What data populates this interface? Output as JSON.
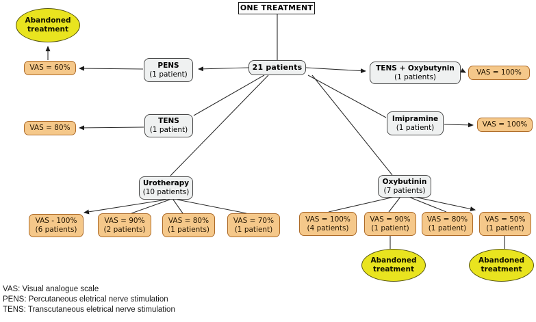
{
  "colors": {
    "orange_fill": "#f5c88a",
    "orange_border": "#ad6b29",
    "gray_fill": "#eff1f1",
    "gray_border": "#4a4a4a",
    "yellow_fill": "#e9e41f",
    "edge": "#2b2b2b"
  },
  "root": {
    "label": "ONE TREATMENT"
  },
  "center": {
    "label": "21 patients"
  },
  "treatments": {
    "pens": {
      "title": "PENS",
      "sub": "(1 patient)"
    },
    "tens": {
      "title": "TENS",
      "sub": "(1 patient)"
    },
    "tens_oxybutynin": {
      "title": "TENS + Oxybutynin",
      "sub": "(1 patients)"
    },
    "imipramine": {
      "title": "Imipramine",
      "sub": "(1 patient)"
    },
    "urotherapy": {
      "title": "Urotherapy",
      "sub": "(10 patients)"
    },
    "oxybutinin": {
      "title": "Oxybutinin",
      "sub": "(7 patients)"
    }
  },
  "outcomes": {
    "pens_vas": {
      "title": "VAS = 60%"
    },
    "tens_vas": {
      "title": "VAS = 80%"
    },
    "tens_oxybutynin_vas": {
      "title": "VAS = 100%"
    },
    "imipramine_vas": {
      "title": "VAS = 100%"
    },
    "urotherapy": [
      {
        "title": "VAS - 100%",
        "sub": "(6 patients)"
      },
      {
        "title": "VAS = 90%",
        "sub": "(2 patients)"
      },
      {
        "title": "VAS = 80%",
        "sub": "(1 patients)"
      },
      {
        "title": "VAS = 70%",
        "sub": "(1 patient)"
      }
    ],
    "oxybutinin": [
      {
        "title": "VAS = 100%",
        "sub": "(4 patients)"
      },
      {
        "title": "VAS = 90%",
        "sub": "(1 patient)"
      },
      {
        "title": "VAS = 80%",
        "sub": "(1 patient)"
      },
      {
        "title": "VAS = 50%",
        "sub": "(1 patient)"
      }
    ]
  },
  "abandoned": {
    "line1": "Abandoned",
    "line2": "treatment"
  },
  "legend": {
    "vas": "VAS: Visual analogue scale",
    "pens": "PENS: Percutaneous eletrical nerve stimulation",
    "tens": "TENS: Transcutaneous eletrical nerve stimulation"
  }
}
